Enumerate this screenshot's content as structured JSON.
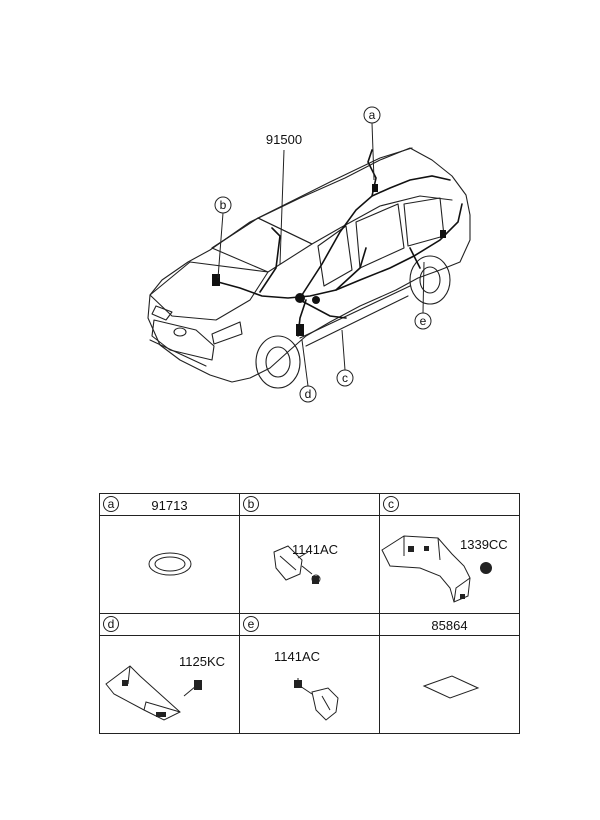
{
  "diagram": {
    "main_part_label": "91500",
    "callouts": [
      "a",
      "b",
      "c",
      "d",
      "e"
    ]
  },
  "table": {
    "cells": [
      {
        "letter": "a",
        "header_code": "91713",
        "part_label": ""
      },
      {
        "letter": "b",
        "header_code": "",
        "part_label": "1141AC"
      },
      {
        "letter": "c",
        "header_code": "",
        "part_label": "1339CC"
      },
      {
        "letter": "d",
        "header_code": "",
        "part_label": "1125KC"
      },
      {
        "letter": "e",
        "header_code": "",
        "part_label": "1141AC"
      },
      {
        "letter": "",
        "header_code": "85864",
        "part_label": ""
      }
    ]
  }
}
